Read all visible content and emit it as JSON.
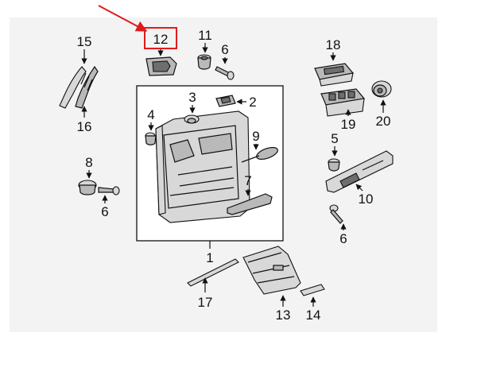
{
  "diagram": {
    "colors": {
      "background": "#ffffff",
      "panel": "#f3f3f3",
      "highlight": "#e01b1b",
      "line": "#111111"
    },
    "labels": {
      "p1": "1",
      "p2": "2",
      "p3": "3",
      "p4": "4",
      "p5": "5",
      "p6a": "6",
      "p6b": "6",
      "p6c": "6",
      "p7": "7",
      "p8": "8",
      "p9": "9",
      "p10": "10",
      "p11": "11",
      "p12": "12",
      "p13": "13",
      "p14": "14",
      "p15": "15",
      "p16": "16",
      "p17": "17",
      "p18": "18",
      "p19": "19",
      "p20": "20"
    }
  }
}
